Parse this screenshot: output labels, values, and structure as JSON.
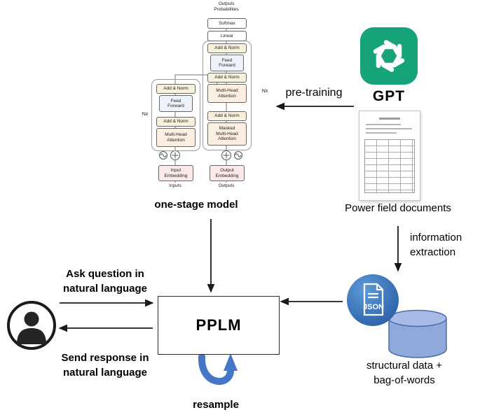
{
  "transformer": {
    "output_probabilities": "Outputs\nProbabilities",
    "softmax": "Softmax",
    "linear": "Linear",
    "add_norm": "Add & Norm",
    "feed_forward": "Feed\nForward",
    "multi_head_attention": "Multi-Head\nAttention",
    "masked_multi_head_attention": "Masked\nMulti-Head\nAttention",
    "output_embedding": "Output\nEmbedding",
    "input_embedding": "Input\nEmbedding",
    "inputs": "Inputs",
    "outputs": "Outputs",
    "nx": "Nx",
    "caption": "one-stage model"
  },
  "gpt": {
    "label": "GPT",
    "brand_color": "#16A37A"
  },
  "flow": {
    "pretraining": "pre-training",
    "documents_caption": "Power field  documents",
    "information_extraction": "information\nextraction",
    "ask_question": "Ask question in\nnatural language",
    "send_response": "Send response in\nnatural language",
    "resample": "resample",
    "structural_data": "structural data +\nbag-of-words"
  },
  "pplm": {
    "label": "PPLM"
  },
  "json_icon": {
    "label": "JSON",
    "color": "#2F6CB3"
  },
  "colors": {
    "cylinder_fill": "#8FA9DD",
    "cylinder_top_fill": "#A7BBE6",
    "cylinder_stroke": "#4A6CA8",
    "resample_arrow": "#4576C8",
    "arrow": "#1A1A1A"
  }
}
